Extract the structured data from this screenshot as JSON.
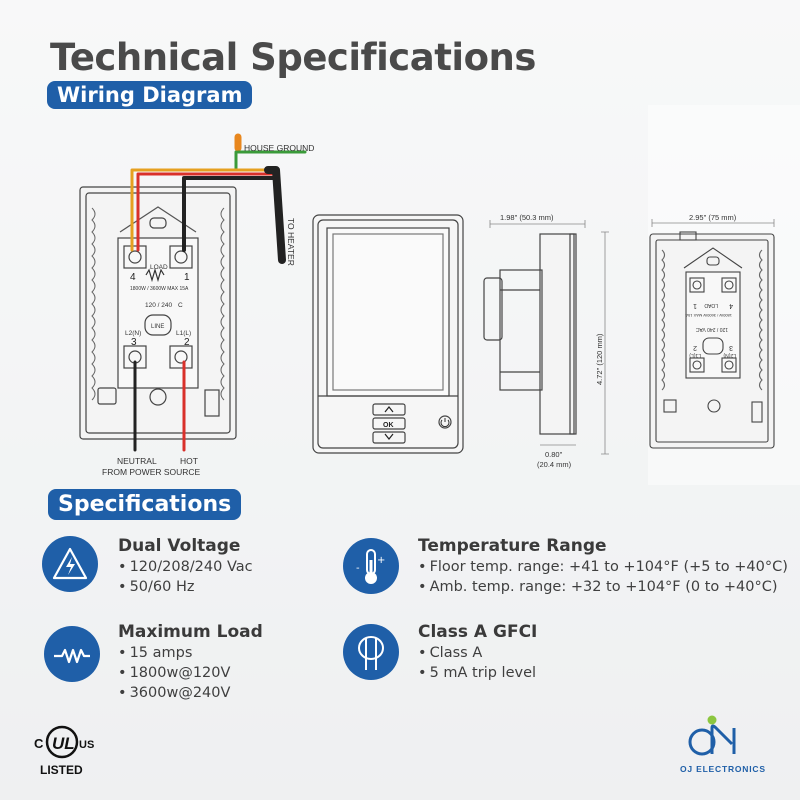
{
  "header": {
    "title": "Technical Specifications",
    "wiring_label": "Wiring Diagram"
  },
  "diagram": {
    "house_ground": "HOUSE GROUND",
    "to_heater": "TO HEATER",
    "load": "LOAD",
    "load_rating": "1800W / 3600W MAX 15A",
    "voltage": "120 / 240",
    "c": "C",
    "line": "LINE",
    "l2n": "L2(N)",
    "l1l": "L1(L)",
    "t1": "1",
    "t2": "2",
    "t3": "3",
    "t4": "4",
    "neutral": "NEUTRAL",
    "from_source": "FROM POWER SOURCE",
    "hot": "HOT",
    "dim_depth": "1.98\" (50.3 mm)",
    "dim_height": "4.72\" (120 mm)",
    "dim_bottom_a": "0.80\"",
    "dim_bottom_b": "(20.4 mm)",
    "dim_width": "2.95\" (75 mm)",
    "ok": "OK",
    "side_label_v": "120 / 240 VAC",
    "side_label_r": "1800W / 3600W MAX 15A",
    "side_load": "LOAD",
    "side_l2": "L2(N)",
    "side_l1": "L1(L)",
    "side_t1": "1",
    "side_t2": "2",
    "side_t3": "3",
    "side_t4": "4"
  },
  "specs_label": "Specifications",
  "specs": [
    {
      "title": "Dual Voltage",
      "icon": "high-voltage-icon",
      "items": [
        "120/208/240 Vac",
        "50/60 Hz"
      ]
    },
    {
      "title": "Temperature Range",
      "icon": "thermometer-icon",
      "items": [
        "Floor temp. range: +41 to +104°F (+5 to +40°C)",
        "Amb. temp. range: +32 to +104°F (0 to +40°C)"
      ]
    },
    {
      "title": "Maximum Load",
      "icon": "resistor-icon",
      "items": [
        "15 amps",
        "1800w@120V",
        "3600w@240V"
      ]
    },
    {
      "title": "Class A GFCI",
      "icon": "gfci-coil-icon",
      "items": [
        "Class A",
        "5 mA trip level"
      ]
    }
  ],
  "ul": {
    "c": "C",
    "ul": "UL",
    "us": "US",
    "listed": "LISTED"
  },
  "brand": {
    "name": "OJ ELECTRONICS",
    "accent": "#8cc63f",
    "primary": "#1f5fa8"
  }
}
